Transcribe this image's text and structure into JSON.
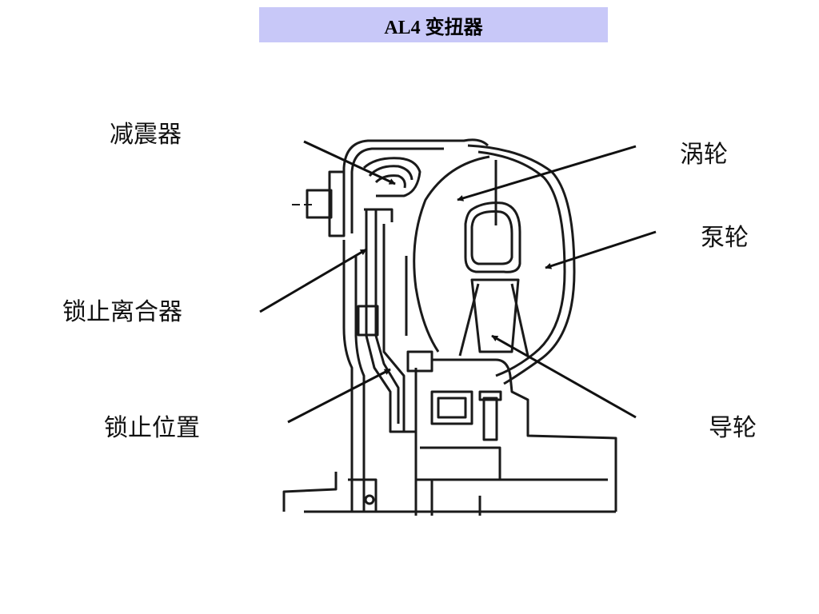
{
  "title": "AL4 变扭器",
  "labels": {
    "damper": "减震器",
    "turbine": "涡轮",
    "pump": "泵轮",
    "lockup_clutch": "锁止离合器",
    "lockup_position": "锁止位置",
    "stator": "导轮"
  },
  "colors": {
    "title_bg": "#c8c8f8",
    "line": "#1a1a1a"
  }
}
